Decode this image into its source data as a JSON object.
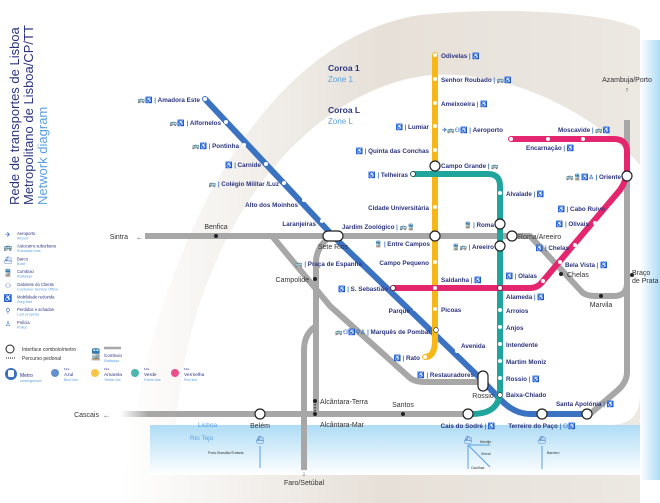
{
  "title": {
    "line1": "Rede de transportes de Lisboa",
    "line2": "Metropolitano de Lisboa/CP/TT",
    "line3": "Network diagram"
  },
  "zones": [
    {
      "pt": "Coroa 1",
      "en": "Zone 1"
    },
    {
      "pt": "Coroa L",
      "en": "Zone L"
    }
  ],
  "colors": {
    "blue": "#3b73c2",
    "yellow": "#f7b718",
    "green": "#1fa59b",
    "red": "#e4266f",
    "rail": "#a7a7a7",
    "text": "#2d3580",
    "river": "#bfe3f7",
    "zone": "#e9e4dd"
  },
  "lines": {
    "blue": [
      {
        "name": "Amadora Este",
        "icons": [
          "bus",
          "step-free"
        ]
      },
      {
        "name": "Alfornelos",
        "icons": [
          "bus",
          "step-free"
        ]
      },
      {
        "name": "Pontinha",
        "icons": [
          "bus",
          "step-free"
        ]
      },
      {
        "name": "Carnide",
        "icons": [
          "step-free"
        ]
      },
      {
        "name": "Colégio Militar /Luz",
        "icons": [
          "bus"
        ]
      },
      {
        "name": "Alto dos Moinhos",
        "icons": []
      },
      {
        "name": "Laranjeiras",
        "icons": []
      },
      {
        "name": "Jardim Zoológico",
        "icons": [
          "bus",
          "train"
        ]
      },
      {
        "name": "Praça de Espanha",
        "icons": [
          "bus"
        ]
      },
      {
        "name": "S. Sebastião",
        "icons": [
          "step-free"
        ]
      },
      {
        "name": "Parque",
        "icons": []
      },
      {
        "name": "Marquês de Pombal",
        "icons": [
          "bus",
          "customer-office",
          "step-free",
          "lost-property",
          "police"
        ]
      },
      {
        "name": "Avenida",
        "icons": []
      },
      {
        "name": "Restauradores",
        "icons": [
          "step-free"
        ]
      },
      {
        "name": "Baixa-Chiado",
        "icons": []
      },
      {
        "name": "Terreiro do Paço",
        "icons": [
          "customer-office",
          "step-free"
        ]
      },
      {
        "name": "Santa Apolónia",
        "icons": [
          "step-free"
        ]
      }
    ],
    "yellow": [
      {
        "name": "Odivelas",
        "icons": [
          "step-free"
        ]
      },
      {
        "name": "Senhor Roubado",
        "icons": [
          "bus",
          "step-free"
        ]
      },
      {
        "name": "Ameixoeira",
        "icons": [
          "step-free"
        ]
      },
      {
        "name": "Lumiar",
        "icons": [
          "step-free"
        ]
      },
      {
        "name": "Quinta das Conchas",
        "icons": [
          "step-free"
        ]
      },
      {
        "name": "Campo Grande",
        "icons": [
          "bus"
        ]
      },
      {
        "name": "Cidade Universitária",
        "icons": []
      },
      {
        "name": "Entre Campos",
        "icons": [
          "train"
        ]
      },
      {
        "name": "Campo Pequeno",
        "icons": []
      },
      {
        "name": "Saldanha",
        "icons": [
          "step-free"
        ]
      },
      {
        "name": "Picoas",
        "icons": []
      },
      {
        "name": "Rato",
        "icons": [
          "step-free"
        ]
      }
    ],
    "green": [
      {
        "name": "Telheiras",
        "icons": [
          "step-free"
        ]
      },
      {
        "name": "Alvalade",
        "icons": [
          "step-free"
        ]
      },
      {
        "name": "Roma",
        "icons": [
          "train"
        ]
      },
      {
        "name": "Areeiro",
        "icons": [
          "train",
          "bus"
        ]
      },
      {
        "name": "Alameda",
        "icons": [
          "step-free"
        ]
      },
      {
        "name": "Arroios",
        "icons": []
      },
      {
        "name": "Anjos",
        "icons": []
      },
      {
        "name": "Intendente",
        "icons": []
      },
      {
        "name": "Martim Moniz",
        "icons": []
      },
      {
        "name": "Rossio",
        "icons": [
          "step-free"
        ]
      },
      {
        "name": "Cais do Sodré",
        "icons": [
          "step-free"
        ]
      }
    ],
    "red": [
      {
        "name": "Aeroporto",
        "icons": [
          "airport",
          "bus",
          "customer-office",
          "step-free"
        ]
      },
      {
        "name": "Encarnação",
        "icons": [
          "step-free"
        ]
      },
      {
        "name": "Moscavide",
        "icons": [
          "bus",
          "step-free"
        ]
      },
      {
        "name": "Oriente",
        "icons": [
          "bus",
          "train",
          "step-free",
          "police"
        ]
      },
      {
        "name": "Cabo Ruivo",
        "icons": [
          "step-free"
        ]
      },
      {
        "name": "Olivais",
        "icons": [
          "step-free"
        ]
      },
      {
        "name": "Chelas",
        "icons": [
          "step-free"
        ]
      },
      {
        "name": "Bela Vista",
        "icons": [
          "step-free"
        ]
      },
      {
        "name": "Olaias",
        "icons": [
          "step-free"
        ]
      }
    ]
  },
  "rail": {
    "stations": [
      "Benfica",
      "Sete Rios",
      "Campolide",
      "Roma/Areeiro",
      "Chelas",
      "Marvila",
      "Braço",
      "de Prata",
      "Alcântara-Terra",
      "Alcântara-Mar",
      "Santos",
      "Belém",
      "Rossio"
    ],
    "destinations": [
      "Sintra",
      "Cascais",
      "Faro/Setúbal",
      "Azambuja/Porto"
    ]
  },
  "river": {
    "city": "Lisboa",
    "river": "Rio Tejo",
    "ferries": [
      "Porto Brandão/Trafaria",
      "Montijo",
      "Seixal",
      "Cacilhas",
      "Barreiro"
    ]
  },
  "legend": {
    "icons": [
      {
        "icon": "airport",
        "pt": "Aeroporto",
        "en": "Airport"
      },
      {
        "icon": "bus",
        "pt": "Autocarro suburbano",
        "en": "Suburban bus"
      },
      {
        "icon": "boat",
        "pt": "Barco",
        "en": "Boat"
      },
      {
        "icon": "train",
        "pt": "Comboio",
        "en": "Railways"
      },
      {
        "icon": "customer-office",
        "pt": "Gabinete do Cliente",
        "en": "Customer Service Office"
      },
      {
        "icon": "step-free",
        "pt": "Mobilidade reduzida",
        "en": "Step free"
      },
      {
        "icon": "lost-property",
        "pt": "Perdidos e achados",
        "en": "Lost property"
      },
      {
        "icon": "police",
        "pt": "Polícia",
        "en": "Police"
      }
    ],
    "interchange": "Interface comboio/metro",
    "walking": "Percurso pedonal",
    "railway_pt": "Comboio",
    "railway_en": "Railways",
    "metro_pt": "Metro",
    "metro_en": "underground",
    "line_prefix": "linha",
    "metro_lines": [
      {
        "pt": "Azul",
        "en": "Blue line",
        "color": "#3b73c2"
      },
      {
        "pt": "Amarela",
        "en": "Yellow line",
        "color": "#f7b718"
      },
      {
        "pt": "Verde",
        "en": "Green line",
        "color": "#1fa59b"
      },
      {
        "pt": "Vermelha",
        "en": "Red line",
        "color": "#e4266f"
      }
    ]
  }
}
